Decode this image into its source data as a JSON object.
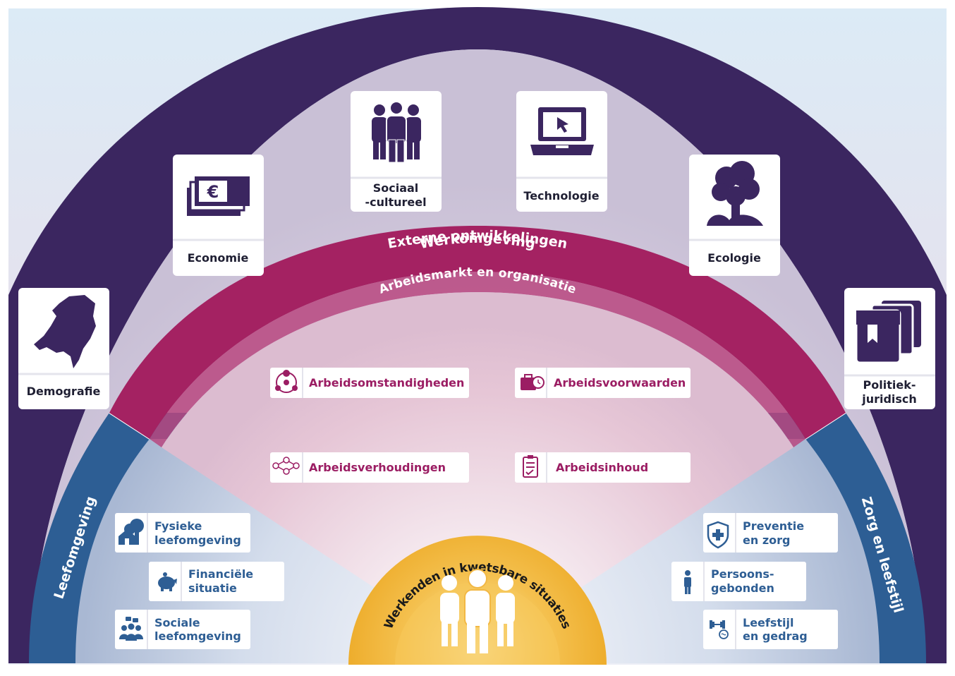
{
  "colors": {
    "outer_ring": "#3b2660",
    "middle_ring": "#a42262",
    "side_ring": "#2d5e94",
    "center": "#f0b63e",
    "background_top": "#dceaf5",
    "card_icon": "#3b2660",
    "purple_text": "#9b1d63",
    "blue_text": "#2e5e94"
  },
  "rings": {
    "outer": "Externe ontwikkelingen",
    "middle": "Werkomgeving",
    "middle_inner": "Arbeidsmarkt en organisatie",
    "left": "Leefomgeving",
    "right": "Zorg en leefstijl",
    "center": "Werkenden in kwetsbare situaties"
  },
  "external_factors": [
    {
      "line1": "Demografie",
      "line2": "",
      "icon": "netherlands-map-icon"
    },
    {
      "line1": "Economie",
      "line2": "",
      "icon": "money-icon"
    },
    {
      "line1": "Sociaal",
      "line2": "-cultureel",
      "icon": "people-group-icon"
    },
    {
      "line1": "Technologie",
      "line2": "",
      "icon": "laptop-icon"
    },
    {
      "line1": "Ecologie",
      "line2": "",
      "icon": "tree-icon"
    },
    {
      "line1": "Politiek-",
      "line2": "juridisch",
      "icon": "books-icon"
    }
  ],
  "work_factors": [
    {
      "label": "Arbeidsomstandigheden",
      "icon": "work-conditions-icon"
    },
    {
      "label": "Arbeidsvoorwaarden",
      "icon": "briefcase-clock-icon"
    },
    {
      "label": "Arbeidsverhoudingen",
      "icon": "network-icon"
    },
    {
      "label": "Arbeidsinhoud",
      "icon": "clipboard-icon"
    }
  ],
  "living_factors": [
    {
      "line1": "Fysieke",
      "line2": "leefomgeving",
      "icon": "house-tree-icon"
    },
    {
      "line1": "Financiële",
      "line2": "situatie",
      "icon": "piggy-bank-icon"
    },
    {
      "line1": "Sociale",
      "line2": "leefomgeving",
      "icon": "social-group-icon"
    }
  ],
  "care_factors": [
    {
      "line1": "Preventie",
      "line2": "en zorg",
      "icon": "shield-cross-icon"
    },
    {
      "line1": "Persoons-",
      "line2": "gebonden",
      "icon": "person-icon"
    },
    {
      "line1": "Leefstijl",
      "line2": "en gedrag",
      "icon": "dumbbell-brain-icon"
    }
  ]
}
